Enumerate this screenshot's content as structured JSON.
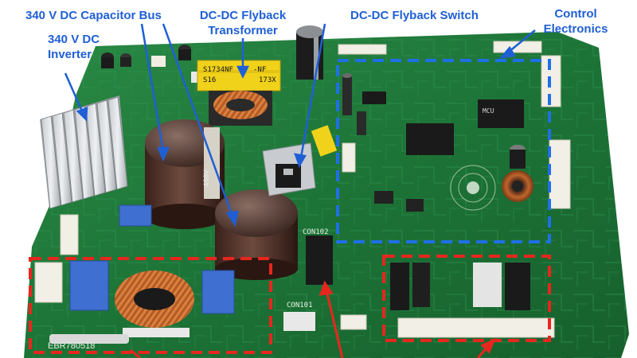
{
  "labels": {
    "cap_bus": "340 V DC Capacitor Bus",
    "flyback_xfmr_line1": "DC-DC Flyback",
    "flyback_xfmr_line2": "Transformer",
    "flyback_switch": "DC-DC Flyback Switch",
    "control_line1": "Control",
    "control_line2": "Electronics",
    "inverter_line1": "340 V DC",
    "inverter_line2": "Inverter"
  },
  "board_markings": {
    "part_number": "EBR780518",
    "con101": "CON101",
    "con102": "CON102",
    "transformer_line1": "S1734NF",
    "transformer_line2": "S16",
    "transformer_line3": "-NF",
    "transformer_line4": "173X"
  },
  "colors": {
    "annotation_blue": "#1f5fd6",
    "highlight_red": "#e8261e",
    "highlight_blue": "#1f6fe8",
    "pcb_green": "#1f7a3a"
  }
}
